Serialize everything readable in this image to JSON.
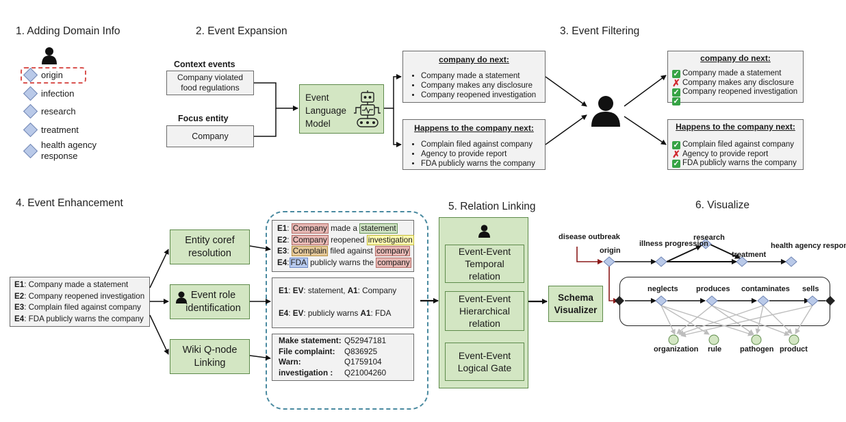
{
  "headings": {
    "s1": "1. Adding Domain Info",
    "s2": "2. Event Expansion",
    "s3": "3. Event Filtering",
    "s4": "4. Event Enhancement",
    "s5": "5. Relation Linking",
    "s6": "6. Visualize"
  },
  "domain_info": {
    "items": [
      "origin",
      "infection",
      "research",
      "treatment",
      "health agency response"
    ]
  },
  "expansion": {
    "context_label": "Context events",
    "context_text": "Company violated food regulations",
    "focus_label": "Focus entity",
    "focus_text": "Company",
    "model_label": "Event Language Model",
    "next_title": "company do next:",
    "next_items": [
      "Company made a statement",
      "Company makes any disclosure",
      "Company reopened investigation"
    ],
    "happen_title": "Happens to the company next:",
    "happen_items": [
      "Complain filed against company",
      "Agency to provide report",
      "FDA publicly warns the company"
    ]
  },
  "filtering": {
    "next_title": "company do next:",
    "next_items": [
      {
        "text": "Company made a statement",
        "keep": true
      },
      {
        "text": "Company makes any disclosure",
        "keep": false
      },
      {
        "text": "Company reopened investigation",
        "keep": true
      },
      {
        "text": "",
        "keep": true
      }
    ],
    "happen_title": "Happens to the company next:",
    "happen_items": [
      {
        "text": "Complain filed against company",
        "keep": true
      },
      {
        "text": "Agency to provide report",
        "keep": false
      },
      {
        "text": "FDA publicly warns the company",
        "keep": true
      }
    ]
  },
  "enhancement": {
    "events": [
      {
        "id": "E1",
        "text": ": Company made a statement"
      },
      {
        "id": "E2",
        "text": ": Company reopened investigation"
      },
      {
        "id": "E3",
        "text": ": Complain filed against company"
      },
      {
        "id": "E4",
        "text": ": FDA publicly warns the company"
      }
    ],
    "boxes": {
      "coref": "Entity coref resolution",
      "role": "Event role identification",
      "wiki": "Wiki Q-node Linking"
    },
    "coref_lines": [
      {
        "id": "E1",
        "sep": ": ",
        "a": "Company",
        "mid": " made a ",
        "b": "statement"
      },
      {
        "id": "E2",
        "sep": ": ",
        "a": "Company",
        "mid": " reopened ",
        "b": "investigation"
      },
      {
        "id": "E3",
        "sep": ": ",
        "a": "Complain",
        "mid": " filed against ",
        "b": "company"
      },
      {
        "id": "E4",
        "sep": ":",
        "a": "FDA",
        "mid": " publicly warns the ",
        "b": "company"
      }
    ],
    "roles": [
      {
        "id": "E1",
        "ev_label": "EV",
        "ev": ": statement, ",
        "a_label": "A1",
        "a": ": Company"
      },
      {
        "id": "E4",
        "ev_label": "EV",
        "ev": ": publicly warns ",
        "a_label": "A1",
        "a": ": FDA"
      }
    ],
    "qnodes": [
      {
        "label": "Make statement:",
        "q": "Q52947181"
      },
      {
        "label": "File complaint:",
        "q": "Q836925"
      },
      {
        "label": "Warn:",
        "q": "Q1759104"
      },
      {
        "label": "investigation :",
        "q": "Q21004260"
      }
    ]
  },
  "relation": {
    "boxes": [
      "Event-Event Temporal relation",
      "Event-Event Hierarchical relation",
      "Event-Event Logical Gate"
    ]
  },
  "visualize": {
    "schema_label": "Schema Visualizer",
    "nodes": {
      "disease": "disease outbreak",
      "origin": "origin",
      "illness": "illness progression",
      "research": "research",
      "treatment": "treatment",
      "agency": "health agency response",
      "neglects": "neglects",
      "produces": "produces",
      "contaminates": "contaminates",
      "sells": "sells",
      "organization": "organization",
      "rule": "rule",
      "pathogen": "pathogen",
      "product": "product"
    }
  },
  "colors": {
    "green_fill": "#d3e6c3",
    "green_border": "#5d8a4a",
    "dashed_red": "#d9534f",
    "dashed_teal": "#4a8aa0",
    "diamond": "#b9c9e8"
  },
  "icons": [
    "person-icon",
    "robot-icon",
    "check-icon",
    "cross-icon"
  ]
}
